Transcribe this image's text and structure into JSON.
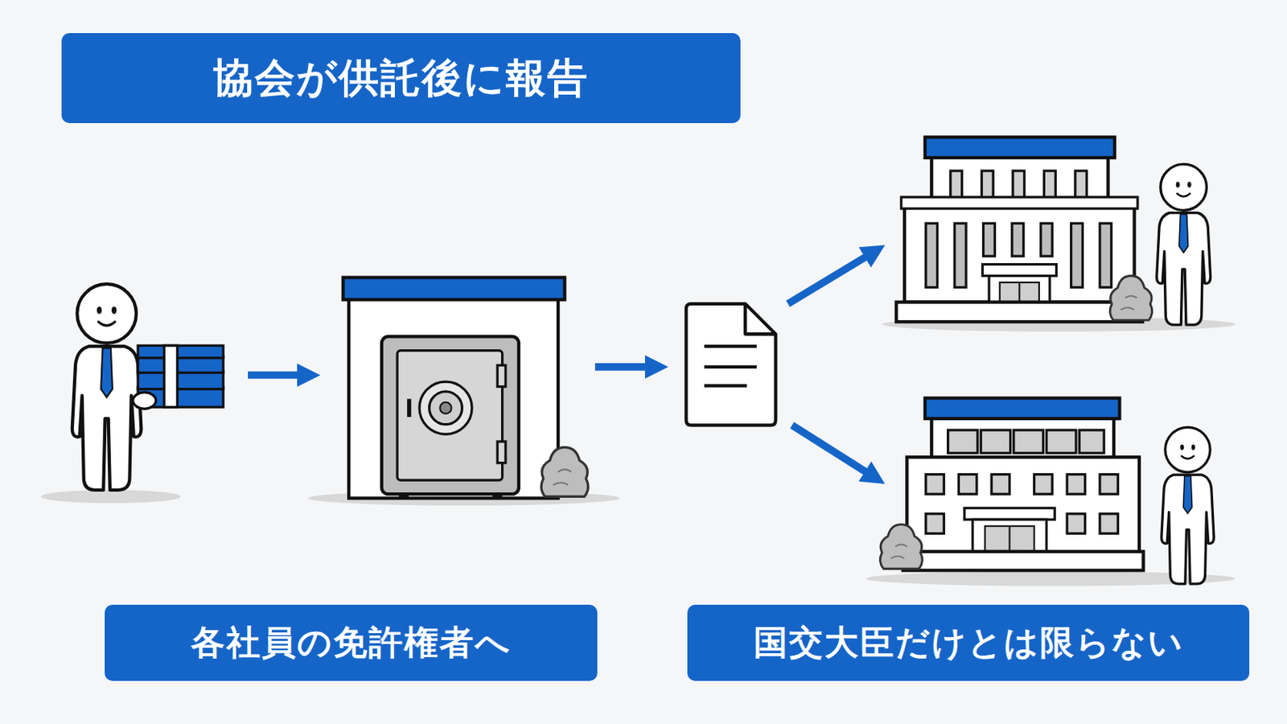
{
  "diagram": {
    "title": "協会が供託後に報告",
    "nodes": [
      {
        "text": [
          "各社員の免許権者へ"
        ]
      },
      {
        "text": [
          "国交大臣だけとは限らない"
        ]
      }
    ]
  }
}
